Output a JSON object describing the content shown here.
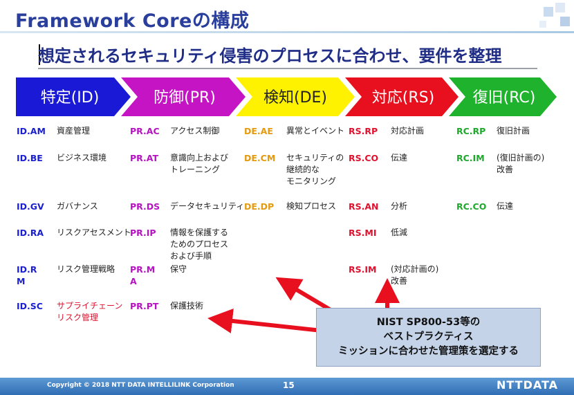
{
  "slide": {
    "title": "Framework Coreの構成",
    "subtitle": "想定されるセキュリティ侵害のプロセスに合わせ、要件を整理",
    "functions": [
      {
        "label": "特定(ID)",
        "color": "#1a1ad6",
        "text_color": "#ffffff"
      },
      {
        "label": "防御(PR)",
        "color": "#c414c4",
        "text_color": "#ffffff"
      },
      {
        "label": "検知(DE)",
        "color": "#fff200",
        "text_color": "#222222"
      },
      {
        "label": "対応(RS)",
        "color": "#e8101e",
        "text_color": "#ffffff"
      },
      {
        "label": "復旧(RC)",
        "color": "#1fb22c",
        "text_color": "#ffffff"
      }
    ],
    "categories": {
      "id": [
        {
          "code": "ID.AM",
          "name": "資産管理"
        },
        {
          "code": "ID.BE",
          "name": "ビジネス環境"
        },
        {
          "code": "ID.GV",
          "name": "ガバナンス"
        },
        {
          "code": "ID.RA",
          "name": "リスクアセスメント"
        },
        {
          "code": "ID.R",
          "code2": "M",
          "name": "リスク管理戦略"
        },
        {
          "code": "ID.SC",
          "name": "サプライチェーン",
          "name2": "リスク管理"
        }
      ],
      "pr": [
        {
          "code": "PR.AC",
          "name": "アクセス制御"
        },
        {
          "code": "PR.AT",
          "name": "意識向上および",
          "name2": "トレーニング"
        },
        {
          "code": "PR.DS",
          "name": "データセキュリティ"
        },
        {
          "code": "PR.IP",
          "name": "情報を保護する",
          "name2": "ためのプロセス",
          "name3": "および手順"
        },
        {
          "code": "PR.M",
          "code2": "A",
          "name": "保守"
        },
        {
          "code": "PR.PT",
          "name": "保護技術"
        }
      ],
      "de": [
        {
          "code": "DE.AE",
          "name": "異常とイベント"
        },
        {
          "code": "DE.CM",
          "name": "セキュリティの",
          "name2": "継続的な",
          "name3": "モニタリング"
        },
        {
          "code": "DE.DP",
          "name": "検知プロセス"
        }
      ],
      "rs": [
        {
          "code": "RS.RP",
          "name": "対応計画"
        },
        {
          "code": "RS.CO",
          "name": "伝達"
        },
        {
          "code": "RS.AN",
          "name": "分析"
        },
        {
          "code": "RS.MI",
          "name": "低減"
        },
        {
          "code": "RS.IM",
          "name": "(対応計画の)",
          "name2": "改善"
        }
      ],
      "rc": [
        {
          "code": "RC.RP",
          "name": "復旧計画"
        },
        {
          "code": "RC.IM",
          "name": "(復旧計画の)",
          "name2": "改善"
        },
        {
          "code": "RC.CO",
          "name": "伝達"
        }
      ]
    },
    "callout": {
      "line1": "NIST SP800-53等の",
      "line2": "ベストプラクティス",
      "line3": "ミッションに合わせた管理策を選定する"
    },
    "footer": {
      "copyright": "Copyright © 2018  NTT DATA INTELLILINK Corporation",
      "page": "15",
      "brand": "NTTDATA"
    }
  }
}
